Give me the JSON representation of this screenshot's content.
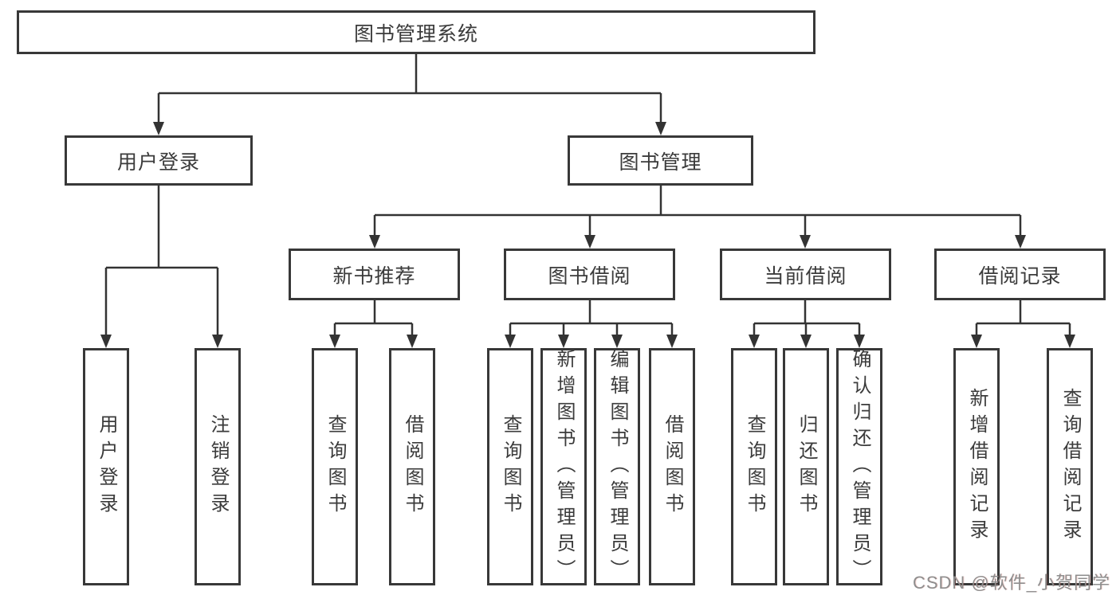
{
  "diagram": {
    "root": {
      "label": "图书管理系统"
    },
    "level2": {
      "user_login": {
        "label": "用户登录"
      },
      "book_management": {
        "label": "图书管理"
      }
    },
    "level3": {
      "new_book_recommend": {
        "label": "新书推荐"
      },
      "book_borrow": {
        "label": "图书借阅"
      },
      "current_borrow": {
        "label": "当前借阅"
      },
      "borrow_records": {
        "label": "借阅记录"
      }
    },
    "leaves": {
      "user_login": {
        "label": "用户登录"
      },
      "logout": {
        "label": "注销登录"
      },
      "nb_query_books": {
        "label": "查询图书"
      },
      "nb_borrow_books": {
        "label": "借阅图书"
      },
      "bb_query_books": {
        "label": "查询图书"
      },
      "bb_add_books": {
        "label": "新增图书（管理员）"
      },
      "bb_edit_books": {
        "label": "编辑图书（管理员）"
      },
      "bb_borrow_books": {
        "label": "借阅图书"
      },
      "cb_query_books": {
        "label": "查询图书"
      },
      "cb_return_books": {
        "label": "归还图书"
      },
      "cb_confirm_return": {
        "label": "确认归还（管理员）"
      },
      "br_add_record": {
        "label": "新增借阅记录"
      },
      "br_query_record": {
        "label": "查询借阅记录"
      }
    },
    "watermark": {
      "text": "CSDN @软件_小贺同学"
    },
    "colors": {
      "line": "#333333",
      "box_border": "#383838",
      "text": "#3b3b3b",
      "background": "#ffffff",
      "watermark": "#8e8e8e"
    }
  }
}
